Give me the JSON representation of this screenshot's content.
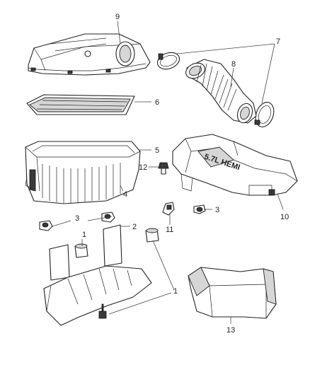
{
  "callouts": {
    "c1a": "1",
    "c1b": "1",
    "c2": "2",
    "c3a": "3",
    "c3b": "3",
    "c4": "4",
    "c5": "5",
    "c6": "6",
    "c7": "7",
    "c8": "8",
    "c9": "9",
    "c10": "10",
    "c11": "11",
    "c12": "12",
    "c13": "13"
  },
  "embossed_text": "5.7L HEMI"
}
